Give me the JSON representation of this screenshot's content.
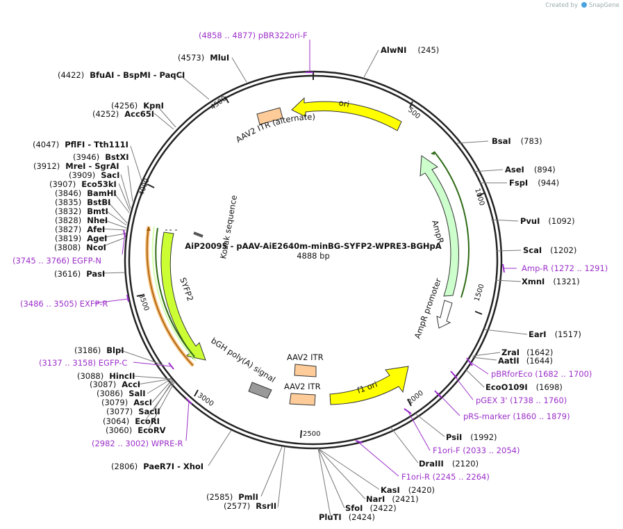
{
  "watermark": {
    "prefix": "Created by",
    "brand": "SnapGene"
  },
  "title": "AiP20095 - pAAV-AiE2640m-minBG-SYFP2-WPRE3-BGHpA",
  "length_label": "4888 bp",
  "colors": {
    "purple": "#9b2fc9",
    "ori": "#ffff00",
    "ampr": "#ccffcc",
    "itr": "#ffcc99",
    "syfp2": "#ccff33",
    "polya": "#999999",
    "f1ori": "#ffff00",
    "promoter": "#ffffff"
  },
  "ticks": [
    "500",
    "1000",
    "1500",
    "2000",
    "2500",
    "3000",
    "3500",
    "4000",
    "4500"
  ],
  "features": [
    {
      "name": "ori"
    },
    {
      "name": "AmpR"
    },
    {
      "name": "AmpR promoter"
    },
    {
      "name": "f1 ori"
    },
    {
      "name": "AAV2 ITR"
    },
    {
      "name": "AAV2 ITR"
    },
    {
      "name": "bGH poly(A) signal"
    },
    {
      "name": "SYFP2"
    },
    {
      "name": "Kozak sequence"
    },
    {
      "name": "AAV2 ITR (alternate)"
    }
  ],
  "sites": [
    {
      "pos": "(245)",
      "name": "AlwNI"
    },
    {
      "pos": "(783)",
      "name": "BsaI"
    },
    {
      "pos": "(894)",
      "name": "AseI"
    },
    {
      "pos": "(944)",
      "name": "FspI"
    },
    {
      "pos": "(1092)",
      "name": "PvuI"
    },
    {
      "pos": "(1202)",
      "name": "ScaI"
    },
    {
      "pos": "(1321)",
      "name": "XmnI"
    },
    {
      "pos": "(1517)",
      "name": "EarI"
    },
    {
      "pos": "(1642)",
      "name": "ZraI"
    },
    {
      "pos": "(1644)",
      "name": "AatII"
    },
    {
      "pos": "(1698)",
      "name": "EcoO109I"
    },
    {
      "pos": "(1992)",
      "name": "PsiI"
    },
    {
      "pos": "(2120)",
      "name": "DraIII"
    },
    {
      "pos": "(2420)",
      "name": "KasI"
    },
    {
      "pos": "(2421)",
      "name": "NarI"
    },
    {
      "pos": "(2422)",
      "name": "SfoI"
    },
    {
      "pos": "(2424)",
      "name": "PluTI"
    },
    {
      "pos": "(2577)",
      "name": "RsrII"
    },
    {
      "pos": "(2585)",
      "name": "PmlI"
    },
    {
      "pos": "(2806)",
      "name": "PaeR7I - XhoI"
    },
    {
      "pos": "(3060)",
      "name": "EcoRV"
    },
    {
      "pos": "(3064)",
      "name": "EcoRI"
    },
    {
      "pos": "(3077)",
      "name": "SacII"
    },
    {
      "pos": "(3079)",
      "name": "AscI"
    },
    {
      "pos": "(3086)",
      "name": "SalI"
    },
    {
      "pos": "(3087)",
      "name": "AccI"
    },
    {
      "pos": "(3088)",
      "name": "HincII"
    },
    {
      "pos": "(3186)",
      "name": "BlpI"
    },
    {
      "pos": "(3616)",
      "name": "PasI"
    },
    {
      "pos": "(3808)",
      "name": "NcoI"
    },
    {
      "pos": "(3819)",
      "name": "AgeI"
    },
    {
      "pos": "(3827)",
      "name": "AfeI"
    },
    {
      "pos": "(3828)",
      "name": "NheI"
    },
    {
      "pos": "(3832)",
      "name": "BmtI"
    },
    {
      "pos": "(3835)",
      "name": "BstBI"
    },
    {
      "pos": "(3846)",
      "name": "BamHI"
    },
    {
      "pos": "(3907)",
      "name": "Eco53kI"
    },
    {
      "pos": "(3909)",
      "name": "SacI"
    },
    {
      "pos": "(3912)",
      "name": "MreI - SgrAI"
    },
    {
      "pos": "(3946)",
      "name": "BstXI"
    },
    {
      "pos": "(4047)",
      "name": "PflFI - Tth111I"
    },
    {
      "pos": "(4252)",
      "name": "Acc65I"
    },
    {
      "pos": "(4256)",
      "name": "KpnI"
    },
    {
      "pos": "(4422)",
      "name": "BfuAI - BspMI - PaqCI"
    },
    {
      "pos": "(4573)",
      "name": "MluI"
    }
  ],
  "primers": [
    {
      "text": "(4858 .. 4877)  pBR322ori-F"
    },
    {
      "text": "Amp-R    (1272 .. 1291)"
    },
    {
      "text": "pBRforEco    (1682 .. 1700)"
    },
    {
      "text": "pGEX 3'    (1738 .. 1760)"
    },
    {
      "text": "pRS-marker    (1860 .. 1879)"
    },
    {
      "text": "F1ori-F    (2033 .. 2054)"
    },
    {
      "text": "F1ori-R    (2245 .. 2264)"
    },
    {
      "text": "(2982 .. 3002)  WPRE-R"
    },
    {
      "text": "(3137 .. 3158)  EGFP-C"
    },
    {
      "text": "(3486 .. 3505)  EXFP-R"
    },
    {
      "text": "(3745 .. 3766)  EGFP-N"
    }
  ]
}
